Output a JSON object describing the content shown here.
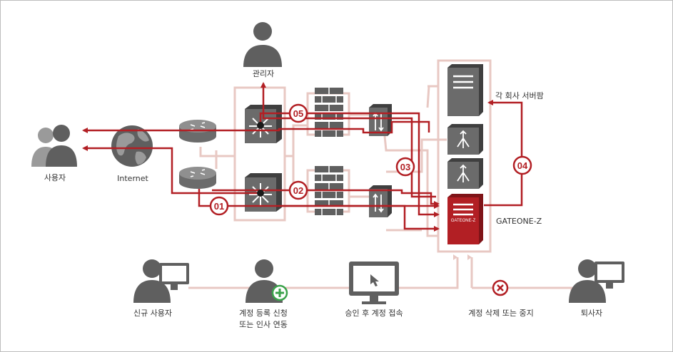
{
  "labels": {
    "admin": "관리자",
    "users": "사용자",
    "internet": "Internet",
    "servers": "각 회사 서버팜",
    "gateone": "GATEONE-Z",
    "gateone_badge": "GATEONE-Z",
    "new_user": "신규 사용자",
    "request_line1": "계정 등록 신청",
    "request_line2": "또는 인사 연동",
    "approve": "승인 후 계정 접속",
    "delete": "계정 삭제 또는 중지",
    "retired": "퇴사자"
  },
  "steps": [
    "01",
    "02",
    "03",
    "04",
    "05"
  ],
  "colors": {
    "accent": "#b21f24",
    "flow_line": "#e8c8c3",
    "device": "#5f5f5f",
    "add_icon": "#3aa24a"
  },
  "icons": [
    "person-icon",
    "globe-icon",
    "router-icon",
    "switch-icon",
    "firewall-icon",
    "server-icon",
    "load-balancer-icon",
    "monitor-icon",
    "plus-icon",
    "x-icon"
  ]
}
